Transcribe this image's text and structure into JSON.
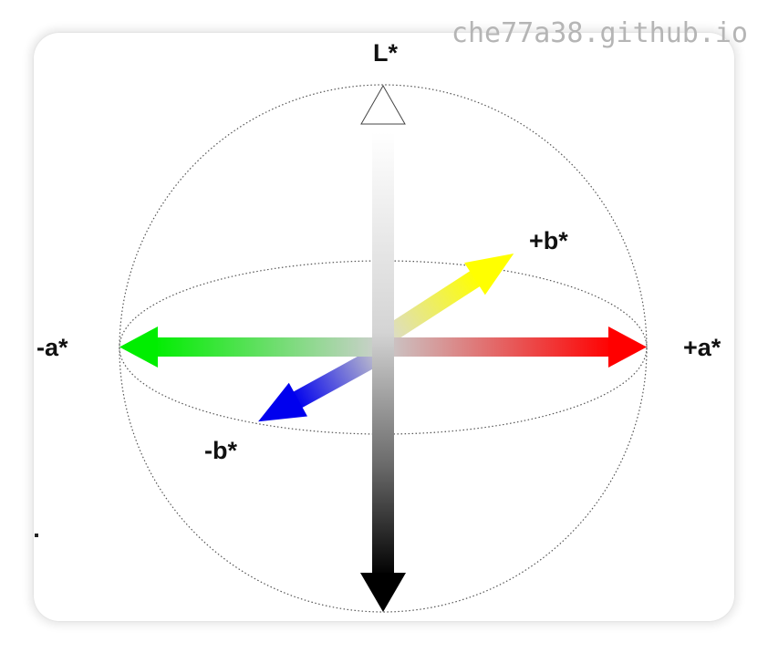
{
  "watermark": "che77a38.github.io",
  "labels": {
    "l_star": "L*",
    "plus_a": "+a*",
    "minus_a": "-a*",
    "plus_b": "+b*",
    "minus_b": "-b*"
  },
  "colors": {
    "plus_a": "#ff0000",
    "minus_a": "#00ee00",
    "plus_b": "#ffff00",
    "minus_b": "#0000ee",
    "l_top": "#ffffff",
    "l_bottom": "#000000"
  }
}
